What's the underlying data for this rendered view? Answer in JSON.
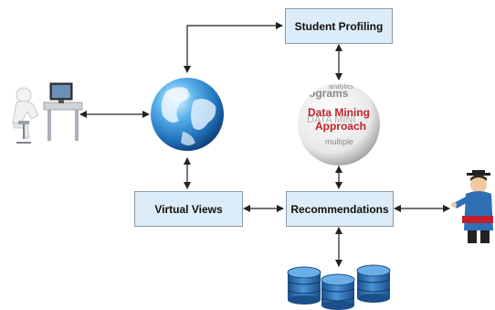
{
  "boxes": {
    "student_profiling": "Student Profiling",
    "virtual_views": "Virtual Views",
    "recommendations": "Recommendations"
  },
  "data_mining_sphere": {
    "line1": "Data Mining",
    "line2": "Approach",
    "bg_words": [
      "ograms",
      "analytics",
      "DATA MINI",
      "multiple"
    ]
  },
  "colors": {
    "box_fill": "#dcecf8",
    "box_border": "#8a9aa8",
    "accent_red": "#c0202a",
    "arrow": "#222222",
    "globe_blue": "#1f6fb8",
    "db_blue": "#2a6fb0"
  },
  "icons": [
    "user-at-computer-icon",
    "globe-icon",
    "data-mining-sphere-icon",
    "teacher-icon",
    "database-icon"
  ]
}
